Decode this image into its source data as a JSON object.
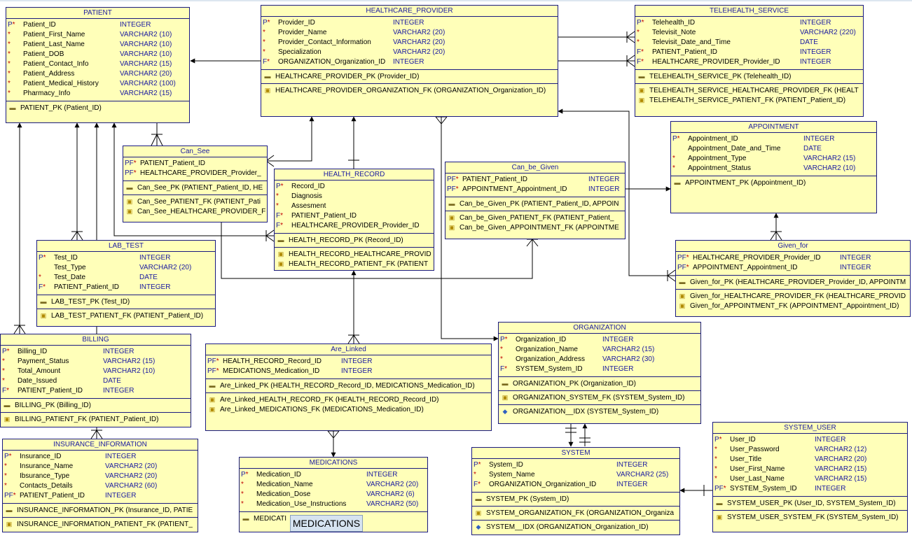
{
  "tooltip": "MEDICATIONS",
  "entities": {
    "patient": {
      "name": "PATIENT",
      "columns": [
        {
          "flag": "P",
          "req": "*",
          "name": "Patient_ID",
          "type": "INTEGER"
        },
        {
          "flag": "",
          "req": "*",
          "name": "Patient_First_Name",
          "type": "VARCHAR2 (10)"
        },
        {
          "flag": "",
          "req": "*",
          "name": "Patient_Last_Name",
          "type": "VARCHAR2 (10)"
        },
        {
          "flag": "",
          "req": "*",
          "name": "Patient_DOB",
          "type": "VARCHAR2 (10)"
        },
        {
          "flag": "",
          "req": "*",
          "name": "Patient_Contact_Info",
          "type": "VARCHAR2 (15)"
        },
        {
          "flag": "",
          "req": "*",
          "name": "Patient_Address",
          "type": "VARCHAR2 (20)"
        },
        {
          "flag": "",
          "req": "*",
          "name": "Patient_Medical_History",
          "type": "VARCHAR2 (100)"
        },
        {
          "flag": "",
          "req": "*",
          "name": "Pharmacy_Info",
          "type": "VARCHAR2 (15)"
        }
      ],
      "pk": [
        "PATIENT_PK (Patient_ID)"
      ],
      "fk": [],
      "idx": []
    },
    "healthcare_provider": {
      "name": "HEALTHCARE_PROVIDER",
      "columns": [
        {
          "flag": "P",
          "req": "*",
          "name": "Provider_ID",
          "type": "INTEGER"
        },
        {
          "flag": "",
          "req": "*",
          "name": "Provider_Name",
          "type": "VARCHAR2 (20)"
        },
        {
          "flag": "",
          "req": "*",
          "name": "Provider_Contact_Information",
          "type": "VARCHAR2 (20)"
        },
        {
          "flag": "",
          "req": "*",
          "name": "Specialization",
          "type": "VARCHAR2 (20)"
        },
        {
          "flag": "F",
          "req": "*",
          "name": "ORGANIZATION_Organization_ID",
          "type": "INTEGER"
        }
      ],
      "pk": [
        "HEALTHCARE_PROVIDER_PK (Provider_ID)"
      ],
      "fk": [
        "HEALTHCARE_PROVIDER_ORGANIZATION_FK (ORGANIZATION_Organization_ID)"
      ],
      "idx": []
    },
    "telehealth_service": {
      "name": "TELEHEALTH_SERVICE",
      "columns": [
        {
          "flag": "P",
          "req": "*",
          "name": "Telehealth_ID",
          "type": "INTEGER"
        },
        {
          "flag": "",
          "req": "*",
          "name": "Televisit_Note",
          "type": "VARCHAR2 (220)"
        },
        {
          "flag": "",
          "req": "*",
          "name": "Televisit_Date_and_Time",
          "type": "DATE"
        },
        {
          "flag": "F",
          "req": "*",
          "name": "PATIENT_Patient_ID",
          "type": "INTEGER"
        },
        {
          "flag": "F",
          "req": "*",
          "name": "HEALTHCARE_PROVIDER_Provider_ID",
          "type": "INTEGER"
        }
      ],
      "pk": [
        "TELEHEALTH_SERVICE_PK (Telehealth_ID)"
      ],
      "fk": [
        "TELEHEALTH_SERVICE_HEALTHCARE_PROVIDER_FK (HEALT",
        "TELEHEALTH_SERVICE_PATIENT_FK (PATIENT_Patient_ID)"
      ],
      "idx": []
    },
    "appointment": {
      "name": "APPOINTMENT",
      "columns": [
        {
          "flag": "P",
          "req": "*",
          "name": "Appointment_ID",
          "type": "INTEGER"
        },
        {
          "flag": "",
          "req": "",
          "name": "Appointment_Date_and_Time",
          "type": "DATE"
        },
        {
          "flag": "",
          "req": "*",
          "name": "Appointment_Type",
          "type": "VARCHAR2 (15)"
        },
        {
          "flag": "",
          "req": "*",
          "name": "Appointment_Status",
          "type": "VARCHAR2 (10)"
        }
      ],
      "pk": [
        "APPOINTMENT_PK (Appointment_ID)"
      ],
      "fk": [],
      "idx": []
    },
    "can_see": {
      "name": "Can_See",
      "columns": [
        {
          "flag": "PF",
          "req": "*",
          "name": "PATIENT_Patient_ID",
          "type": ""
        },
        {
          "flag": "PF",
          "req": "*",
          "name": "HEALTHCARE_PROVIDER_Provider_",
          "type": ""
        }
      ],
      "pk": [
        "Can_See_PK (PATIENT_Patient_ID, HE"
      ],
      "fk": [
        "Can_See_PATIENT_FK (PATIENT_Pati",
        "Can_See_HEALTHCARE_PROVIDER_F"
      ],
      "idx": []
    },
    "health_record": {
      "name": "HEALTH_RECORD",
      "columns": [
        {
          "flag": "P",
          "req": "*",
          "name": "Record_ID",
          "type": ""
        },
        {
          "flag": "",
          "req": "*",
          "name": "Diagnosis",
          "type": ""
        },
        {
          "flag": "",
          "req": "*",
          "name": "Assesment",
          "type": ""
        },
        {
          "flag": "F",
          "req": "*",
          "name": "PATIENT_Patient_ID",
          "type": ""
        },
        {
          "flag": "F",
          "req": "*",
          "name": "HEALTHCARE_PROVIDER_Provider_ID",
          "type": ""
        }
      ],
      "pk": [
        "HEALTH_RECORD_PK (Record_ID)"
      ],
      "fk": [
        "HEALTH_RECORD_HEALTHCARE_PROVID",
        "HEALTH_RECORD_PATIENT_FK (PATIENT"
      ],
      "idx": []
    },
    "can_be_given": {
      "name": "Can_be_Given",
      "columns": [
        {
          "flag": "PF",
          "req": "*",
          "name": "PATIENT_Patient_ID",
          "type": "INTEGER"
        },
        {
          "flag": "PF",
          "req": "*",
          "name": "APPOINTMENT_Appointment_ID",
          "type": "INTEGER"
        }
      ],
      "pk": [
        "Can_be_Given_PK (PATIENT_Patient_ID, APPOIN"
      ],
      "fk": [
        "Can_be_Given_PATIENT_FK (PATIENT_Patient_",
        "Can_be_Given_APPOINTMENT_FK (APPOINTME"
      ],
      "idx": []
    },
    "lab_test": {
      "name": "LAB_TEST",
      "columns": [
        {
          "flag": "P",
          "req": "*",
          "name": "Test_ID",
          "type": "INTEGER"
        },
        {
          "flag": "",
          "req": "",
          "name": "Test_Type",
          "type": "VARCHAR2 (20)"
        },
        {
          "flag": "",
          "req": "*",
          "name": "Test_Date",
          "type": "DATE"
        },
        {
          "flag": "F",
          "req": "*",
          "name": "PATIENT_Patient_ID",
          "type": "INTEGER"
        }
      ],
      "pk": [
        "LAB_TEST_PK (Test_ID)"
      ],
      "fk": [
        "LAB_TEST_PATIENT_FK (PATIENT_Patient_ID)"
      ],
      "idx": []
    },
    "given_for": {
      "name": "Given_for",
      "columns": [
        {
          "flag": "PF",
          "req": "*",
          "name": "HEALTHCARE_PROVIDER_Provider_ID",
          "type": "INTEGER"
        },
        {
          "flag": "PF",
          "req": "*",
          "name": "APPOINTMENT_Appointment_ID",
          "type": "INTEGER"
        }
      ],
      "pk": [
        "Given_for_PK (HEALTHCARE_PROVIDER_Provider_ID, APPOINTM"
      ],
      "fk": [
        "Given_for_HEALTHCARE_PROVIDER_FK (HEALTHCARE_PROVID",
        "Given_for_APPOINTMENT_FK (APPOINTMENT_Appointment_ID)"
      ],
      "idx": []
    },
    "billing": {
      "name": "BILLING",
      "columns": [
        {
          "flag": "P",
          "req": "*",
          "name": "Billing_ID",
          "type": "INTEGER"
        },
        {
          "flag": "",
          "req": "*",
          "name": "Payment_Status",
          "type": "VARCHAR2 (15)"
        },
        {
          "flag": "",
          "req": "*",
          "name": "Total_Amount",
          "type": "VARCHAR2 (10)"
        },
        {
          "flag": "",
          "req": "*",
          "name": "Date_Issued",
          "type": "DATE"
        },
        {
          "flag": "F",
          "req": "*",
          "name": "PATIENT_Patient_ID",
          "type": "INTEGER"
        }
      ],
      "pk": [
        "BILLING_PK (Billing_ID)"
      ],
      "fk": [
        "BILLING_PATIENT_FK (PATIENT_Patient_ID)"
      ],
      "idx": []
    },
    "are_linked": {
      "name": "Are_Linked",
      "columns": [
        {
          "flag": "PF",
          "req": "*",
          "name": "HEALTH_RECORD_Record_ID",
          "type": "INTEGER"
        },
        {
          "flag": "PF",
          "req": "*",
          "name": "MEDICATIONS_Medication_ID",
          "type": "INTEGER"
        }
      ],
      "pk": [
        "Are_Linked_PK (HEALTH_RECORD_Record_ID, MEDICATIONS_Medication_ID)"
      ],
      "fk": [
        "Are_Linked_HEALTH_RECORD_FK (HEALTH_RECORD_Record_ID)",
        "Are_Linked_MEDICATIONS_FK (MEDICATIONS_Medication_ID)"
      ],
      "idx": []
    },
    "organization": {
      "name": "ORGANIZATION",
      "columns": [
        {
          "flag": "P",
          "req": "*",
          "name": "Organization_ID",
          "type": "INTEGER"
        },
        {
          "flag": "",
          "req": "*",
          "name": "Organization_Name",
          "type": "VARCHAR2 (15)"
        },
        {
          "flag": "",
          "req": "*",
          "name": "Organization_Address",
          "type": "VARCHAR2 (30)"
        },
        {
          "flag": "F",
          "req": "*",
          "name": "SYSTEM_System_ID",
          "type": "INTEGER"
        }
      ],
      "pk": [
        "ORGANIZATION_PK (Organization_ID)"
      ],
      "fk": [
        "ORGANIZATION_SYSTEM_FK (SYSTEM_System_ID)"
      ],
      "idx": [
        "ORGANIZATION__IDX (SYSTEM_System_ID)"
      ]
    },
    "insurance_information": {
      "name": "INSURANCE_INFORMATION",
      "columns": [
        {
          "flag": "P",
          "req": "*",
          "name": "Insurance_ID",
          "type": "INTEGER"
        },
        {
          "flag": "",
          "req": "*",
          "name": "Insurance_Name",
          "type": "VARCHAR2 (20)"
        },
        {
          "flag": "",
          "req": "*",
          "name": "Ibsurance_Type",
          "type": "VARCHAR2 (20)"
        },
        {
          "flag": "",
          "req": "*",
          "name": "Contacts_Details",
          "type": "VARCHAR2 (60)"
        },
        {
          "flag": "PF",
          "req": "*",
          "name": "PATIENT_Patient_ID",
          "type": "INTEGER"
        }
      ],
      "pk": [
        "INSURANCE_INFORMATION_PK (Insurance_ID, PATIE"
      ],
      "fk": [
        "INSURANCE_INFORMATION_PATIENT_FK (PATIENT_"
      ],
      "idx": []
    },
    "medications": {
      "name": "MEDICATIONS",
      "columns": [
        {
          "flag": "P",
          "req": "*",
          "name": "Medication_ID",
          "type": "INTEGER"
        },
        {
          "flag": "",
          "req": "*",
          "name": "Medication_Name",
          "type": "VARCHAR2 (20)"
        },
        {
          "flag": "",
          "req": "*",
          "name": "Medication_Dose",
          "type": "VARCHAR2 (6)"
        },
        {
          "flag": "",
          "req": "*",
          "name": "Medication_Use_Instructions",
          "type": "VARCHAR2 (50)"
        }
      ],
      "pk": [
        "MEDICATI"
      ],
      "fk": [],
      "idx": []
    },
    "system": {
      "name": "SYSTEM",
      "columns": [
        {
          "flag": "P",
          "req": "*",
          "name": "System_ID",
          "type": "INTEGER"
        },
        {
          "flag": "",
          "req": "*",
          "name": "System_Name",
          "type": "VARCHAR2 (25)"
        },
        {
          "flag": "F",
          "req": "*",
          "name": "ORGANIZATION_Organization_ID",
          "type": "INTEGER"
        }
      ],
      "pk": [
        "SYSTEM_PK (System_ID)"
      ],
      "fk": [
        "SYSTEM_ORGANIZATION_FK (ORGANIZATION_Organiza"
      ],
      "idx": [
        "SYSTEM__IDX (ORGANIZATION_Organization_ID)"
      ]
    },
    "system_user": {
      "name": "SYSTEM_USER",
      "columns": [
        {
          "flag": "P",
          "req": "*",
          "name": "User_ID",
          "type": "INTEGER"
        },
        {
          "flag": "",
          "req": "*",
          "name": "User_Password",
          "type": "VARCHAR2 (12)"
        },
        {
          "flag": "",
          "req": "*",
          "name": "User_Title",
          "type": "VARCHAR2 (20)"
        },
        {
          "flag": "",
          "req": "*",
          "name": "User_First_Name",
          "type": "VARCHAR2 (15)"
        },
        {
          "flag": "",
          "req": "*",
          "name": "User_Last_Name",
          "type": "VARCHAR2 (15)"
        },
        {
          "flag": "PF",
          "req": "*",
          "name": "SYSTEM_System_ID",
          "type": "INTEGER"
        }
      ],
      "pk": [
        "SYSTEM_USER_PK (User_ID, SYSTEM_System_ID)"
      ],
      "fk": [
        "SYSTEM_USER_SYSTEM_FK (SYSTEM_System_ID)"
      ],
      "idx": []
    }
  }
}
